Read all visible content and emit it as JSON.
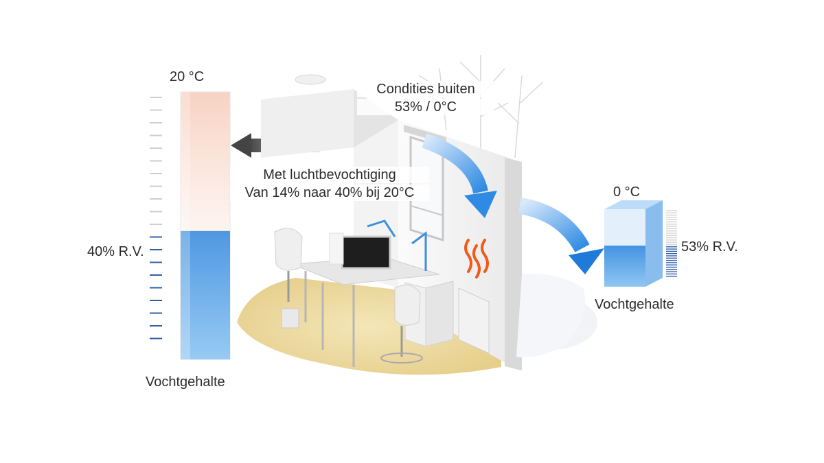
{
  "left_column": {
    "temperature": "20 °C",
    "humidity": "40% R.V.",
    "caption": "Vochtgehalte",
    "fill_fraction": 0.48
  },
  "outside_conditions": {
    "title": "Condities buiten",
    "values": "53% / 0°C"
  },
  "humidification": {
    "line1": "Met luchtbevochtiging",
    "line2": "Van 14% naar 40% bij 20°C"
  },
  "right_column": {
    "temperature": "0 °C",
    "humidity": "53% R.V.",
    "caption": "Vochtgehalte",
    "fill_fraction": 0.53
  },
  "colors": {
    "water": "#3d8fdc",
    "warm": "#f3c7b3",
    "tick": "#2f5fa7",
    "heat": "#f05a1a"
  }
}
